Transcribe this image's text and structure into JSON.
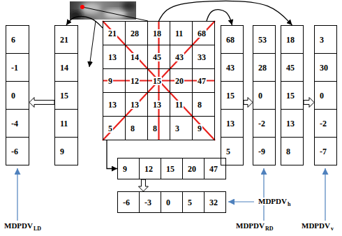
{
  "diagram": {
    "nodes": [
      {
        "text": [
          "6",
          "-1",
          "0",
          "-4",
          "-6"
        ]
      },
      {
        "text": [
          "21",
          "14",
          "15",
          "11",
          "9"
        ]
      },
      {
        "text": [
          "21",
          "28",
          "18",
          "11",
          "68",
          "13",
          "14",
          "45",
          "43",
          "33",
          "9",
          "12",
          "15",
          "20",
          "47",
          "13",
          "13",
          "13",
          "11",
          "8",
          "5",
          "8",
          "8",
          "3",
          "9"
        ]
      },
      {
        "text": [
          "68",
          "43",
          "15",
          "13",
          "5"
        ]
      },
      {
        "text": [
          "53",
          "28",
          "0",
          "-2",
          "-9"
        ]
      },
      {
        "text": [
          "18",
          "45",
          "15",
          "13",
          "8"
        ]
      },
      {
        "text": [
          "3",
          "30",
          "0",
          "-2",
          "-7"
        ]
      },
      {
        "text": [
          "9",
          "12",
          "15",
          "20",
          "47"
        ]
      },
      {
        "text": [
          "-6",
          "-3",
          "0",
          "5",
          "32"
        ]
      }
    ],
    "edges": [
      {
        "from": 2,
        "to": 1,
        "arrow": "to"
      },
      {
        "from": 1,
        "to": 0,
        "arrow": "to"
      },
      {
        "from": 2,
        "to": 3,
        "arrow": "to"
      },
      {
        "from": 3,
        "to": 4,
        "arrow": "to"
      },
      {
        "from": 2,
        "to": 5,
        "arrow": "to"
      },
      {
        "from": 5,
        "to": 6,
        "arrow": "to"
      },
      {
        "from": 2,
        "to": 7,
        "arrow": "to"
      },
      {
        "from": 7,
        "to": 8,
        "arrow": "to"
      }
    ],
    "labels": [
      "MDPDV",
      "LD",
      "MDPDV",
      "RD",
      "MDPDV",
      "v",
      "MDPDV",
      "h"
    ]
  }
}
